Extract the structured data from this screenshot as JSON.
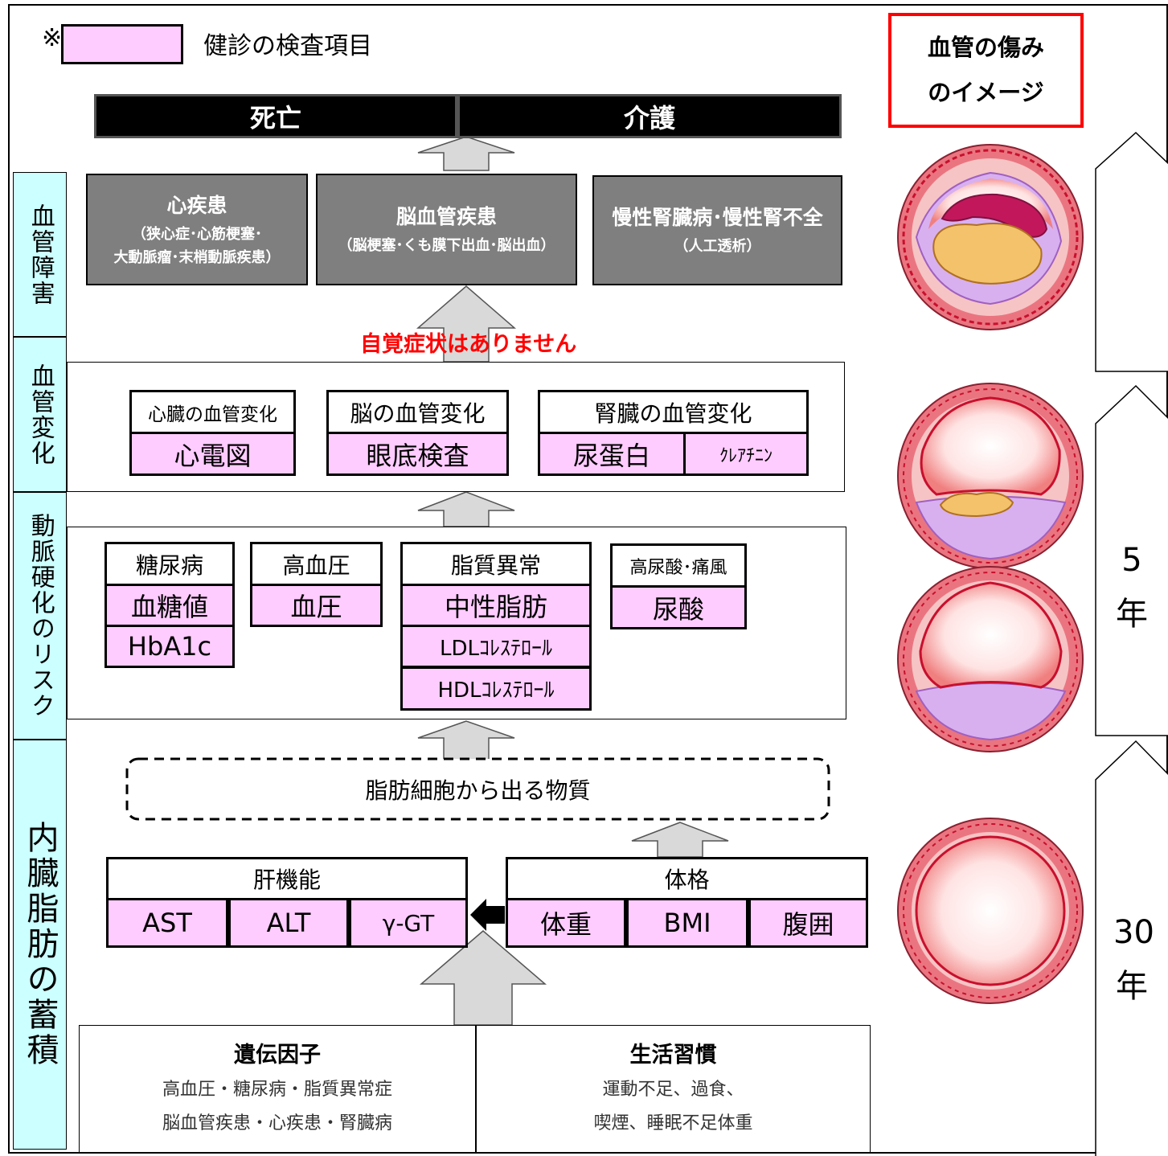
{
  "legend": {
    "mark": "※",
    "text": "健診の検査項目"
  },
  "outcomes": {
    "death": "死亡",
    "care": "介護"
  },
  "vascular_image_title": [
    "血管の傷み",
    "のイメージ"
  ],
  "side_labels": {
    "vascular_damage": "血管障害",
    "vascular_change": "血管変化",
    "arterio_risk": "動脈硬化のリスク",
    "visceral_fat": "内臓脂肪の蓄積"
  },
  "diseases": [
    {
      "title": "心疾患",
      "sub1": "（狭心症･心筋梗塞･",
      "sub2": "大動脈瘤･末梢動脈疾患）"
    },
    {
      "title": "脳血管疾患",
      "sub1": "（脳梗塞･くも膜下出血･脳出血）",
      "sub2": ""
    },
    {
      "title": "慢性腎臓病･慢性腎不全",
      "sub1": "（人工透析）",
      "sub2": ""
    }
  ],
  "no_symptoms": "自覚症状はありません",
  "changes": {
    "heart": {
      "label": "心臓の血管変化",
      "test": "心電図"
    },
    "brain": {
      "label": "脳の血管変化",
      "test": "眼底検査"
    },
    "kidney": {
      "label": "腎臓の血管変化",
      "tests": [
        "尿蛋白",
        "ｸﾚｱﾁﾆﾝ"
      ]
    }
  },
  "risks": {
    "diabetes": {
      "label": "糖尿病",
      "tests": [
        "血糖値",
        "HbA1c"
      ]
    },
    "hypertension": {
      "label": "高血圧",
      "tests": [
        "血圧"
      ]
    },
    "dyslipidemia": {
      "label": "脂質異常",
      "tests": [
        "中性脂肪",
        "LDLｺﾚｽﾃﾛｰﾙ",
        "HDLｺﾚｽﾃﾛｰﾙ"
      ]
    },
    "uric": {
      "label": "高尿酸･痛風",
      "tests": [
        "尿酸"
      ]
    }
  },
  "fat_substances": "脂肪細胞から出る物質",
  "liver": {
    "label": "肝機能",
    "tests": [
      "AST",
      "ALT",
      "γ-GT"
    ]
  },
  "physique": {
    "label": "体格",
    "tests": [
      "体重",
      "BMI",
      "腹囲"
    ]
  },
  "genetic": {
    "title": "遺伝因子",
    "line1": "高血圧・糖尿病・脂質異常症",
    "line2": "脳血管疾患・心疾患・腎臓病"
  },
  "lifestyle": {
    "title": "生活習慣",
    "line1": "運動不足、過食、",
    "line2": "喫煙、睡眠不足体重"
  },
  "timeline": {
    "mid_num": "5",
    "mid_unit": "年",
    "low_num": "30",
    "low_unit": "年"
  },
  "colors": {
    "test_pink": "#ffccff",
    "side_cyan": "#ccffff",
    "disease_grey": "#7f7f7f",
    "alert_red": "#ff0000",
    "arrow_grey": "#d9d9d9"
  }
}
